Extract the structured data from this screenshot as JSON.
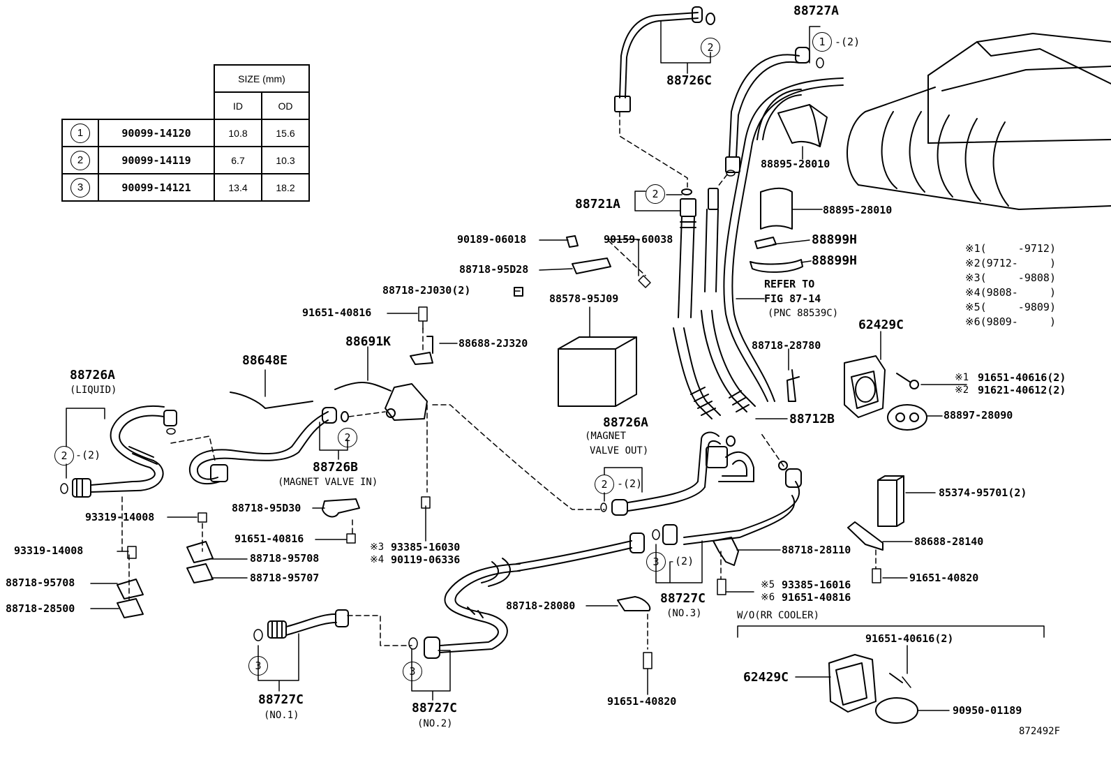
{
  "size_table": {
    "header": "SIZE (mm)",
    "col_id": "ID",
    "col_od": "OD",
    "rows": [
      {
        "ref": "1",
        "part": "90099-14120",
        "id": "10.8",
        "od": "15.6"
      },
      {
        "ref": "2",
        "part": "90099-14119",
        "id": "6.7",
        "od": "10.3"
      },
      {
        "ref": "3",
        "part": "90099-14121",
        "id": "13.4",
        "od": "18.2"
      }
    ]
  },
  "labels": {
    "p88727A_top": "88727A",
    "q2_right": "-(2)",
    "p88726C": "88726C",
    "p88895_a": "88895-28010",
    "p88895_b": "88895-28010",
    "p88721A": "88721A",
    "p90189": "90189-06018",
    "p90159": "90159-60038",
    "p88718_95D28": "88718-95D28",
    "p88899H_a": "88899H",
    "p88899H_b": "88899H",
    "p88718_2J030": "88718-2J030(2)",
    "refer_1": "REFER TO",
    "refer_2": "FIG 87-14",
    "refer_3": "(PNC 88539C)",
    "p88578": "88578-95J09",
    "p91651_40816_a": "91651-40816",
    "p88691K": "88691K",
    "p88688_2J320": "88688-2J320",
    "p88648E": "88648E",
    "p62429C_a": "62429C",
    "p88718_28780": "88718-28780",
    "p91651_40616_a": "91651-40616(2)",
    "p91621_40612": "91621-40612(2)",
    "p88897": "88897-28090",
    "p88712B": "88712B",
    "p88726A_liquid": "88726A",
    "liquid": "(LIQUID)",
    "p88726A_mag": "88726A",
    "magnet_1": "(MAGNET",
    "magnet_2": "VALVE OUT)",
    "p88726B": "88726B",
    "magnet_in": "(MAGNET VALVE IN)",
    "p88718_95D30": "88718-95D30",
    "p93319_a": "93319-14008",
    "p93319_b": "93319-14008",
    "p91651_40816_b": "91651-40816",
    "p88718_95708_a": "88718-95708",
    "p88718_95708_b": "88718-95708",
    "p88718_95707": "88718-95707",
    "p88718_28500": "88718-28500",
    "p93385_16030": "93385-16030",
    "p90119": "90119-06336",
    "p85374": "85374-95701(2)",
    "p88688_28140": "88688-28140",
    "p88718_28110": "88718-28110",
    "p91651_40820_a": "91651-40820",
    "p93385_16016": "93385-16016",
    "p91651_40816_c": "91651-40816",
    "p88727C_no3": "88727C",
    "no3": "(NO.3)",
    "p88718_28080": "88718-28080",
    "wo_rr": "W/O(RR COOLER)",
    "p91651_40616_b": "91651-40616(2)",
    "p62429C_b": "62429C",
    "p90950": "90950-01189",
    "p91651_40820_b": "91651-40820",
    "p88727C_no1": "88727C",
    "no1": "(NO.1)",
    "p88727C_no2": "88727C",
    "no2": "(NO.2)",
    "fig_id": "872492F",
    "q_2_2": "-(2)",
    "q_3_2": "-(2)"
  },
  "notes": [
    {
      "mark": "※1",
      "text": "(     -9712)"
    },
    {
      "mark": "※2",
      "text": "(9712-     )"
    },
    {
      "mark": "※3",
      "text": "(     -9808)"
    },
    {
      "mark": "※4",
      "text": "(9808-     )"
    },
    {
      "mark": "※5",
      "text": "(     -9809)"
    },
    {
      "mark": "※6",
      "text": "(9809-     )"
    }
  ],
  "marks": {
    "m1": "※1",
    "m2": "※2",
    "m3": "※3",
    "m4": "※4",
    "m5": "※5",
    "m6": "※6"
  },
  "circle_refs": {
    "one": "1",
    "two": "2",
    "three": "3"
  }
}
